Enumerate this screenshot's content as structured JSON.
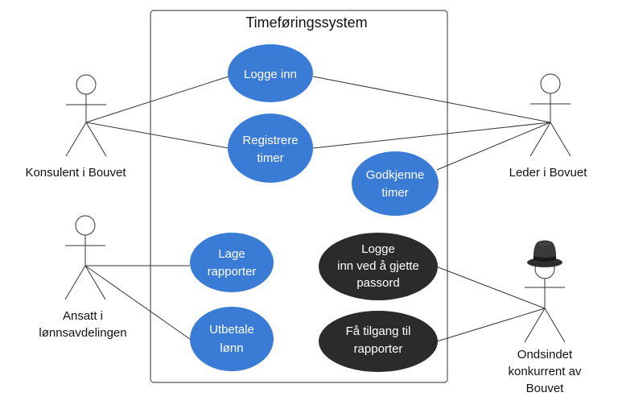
{
  "system": {
    "title": "Timeføringssystem"
  },
  "actors": {
    "consultant": {
      "name": "Konsulent i Bouvet"
    },
    "leader": {
      "name": "Leder i Bovuet"
    },
    "payroll": {
      "line1": "Ansatt i",
      "line2": "lønnsavdelingen"
    },
    "competitor": {
      "line1": "Ondsindet",
      "line2": "konkurrent av",
      "line3": "Bouvet"
    }
  },
  "use_cases": {
    "login": {
      "line1": "Logge inn"
    },
    "register": {
      "line1": "Registrere",
      "line2": "timer"
    },
    "approve": {
      "line1": "Godkjenne",
      "line2": "timer"
    },
    "reports": {
      "line1": "Lage",
      "line2": "rapporter"
    },
    "pay": {
      "line1": "Utbetale",
      "line2": "lønn"
    },
    "guess": {
      "line1": "Logge",
      "line2": "inn ved å gjette",
      "line3": "passord"
    },
    "access": {
      "line1": "Få tilgang til",
      "line2": "rapporter"
    }
  },
  "colors": {
    "use_case_blue": "#3a7bd5",
    "use_case_dark": "#2b2b2b",
    "line": "#333333",
    "hat": "#3a3a3a"
  }
}
